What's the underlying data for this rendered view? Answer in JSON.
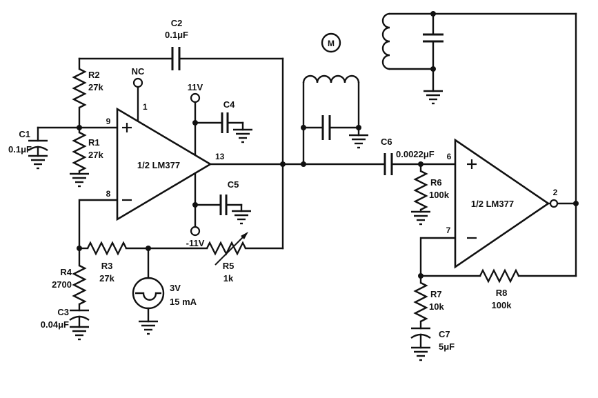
{
  "schematic": {
    "labels": {
      "nc": "NC",
      "vplus": "11V",
      "vminus": "-11V",
      "motor": "M",
      "lamp_v": "3V",
      "lamp_i": "15 mA",
      "opamp1": "1/2 LM377",
      "opamp2": "1/2 LM377"
    },
    "pins": {
      "p1": "1",
      "p2": "2",
      "p6": "6",
      "p7": "7",
      "p8": "8",
      "p9": "9",
      "p13": "13"
    }
  },
  "components": {
    "R1": {
      "ref": "R1",
      "value": "27k"
    },
    "R2": {
      "ref": "R2",
      "value": "27k"
    },
    "R3": {
      "ref": "R3",
      "value": "27k"
    },
    "R4": {
      "ref": "R4",
      "value": "2700"
    },
    "R5": {
      "ref": "R5",
      "value": "1k"
    },
    "R6": {
      "ref": "R6",
      "value": "100k"
    },
    "R7": {
      "ref": "R7",
      "value": "10k"
    },
    "R8": {
      "ref": "R8",
      "value": "100k"
    },
    "C1": {
      "ref": "C1",
      "value": "0.1μF"
    },
    "C2": {
      "ref": "C2",
      "value": "0.1μF"
    },
    "C3": {
      "ref": "C3",
      "value": "0.04μF"
    },
    "C4": {
      "ref": "C4"
    },
    "C5": {
      "ref": "C5"
    },
    "C6": {
      "ref": "C6",
      "value": "0.0022μF"
    },
    "C7": {
      "ref": "C7",
      "value": "5μF"
    }
  }
}
